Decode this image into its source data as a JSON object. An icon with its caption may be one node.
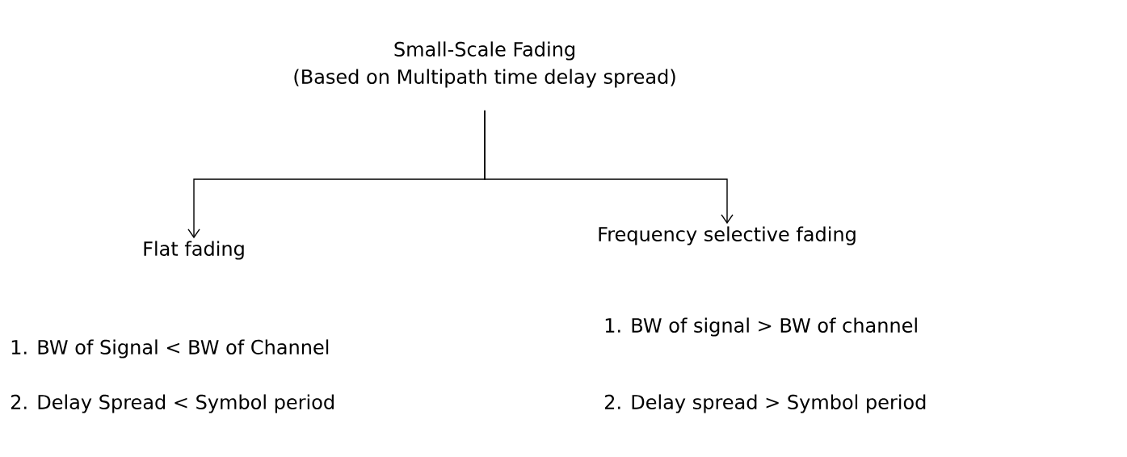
{
  "diagram": {
    "nodes": [
      {
        "text": [
          "Small-Scale Fading",
          "(Based on Multipath time delay spread)"
        ]
      },
      {
        "text": [
          "Flat fading"
        ]
      },
      {
        "text": [
          "Frequency selective fading"
        ]
      }
    ],
    "edges": [
      {
        "from": 0,
        "to": 1,
        "arrow": "to"
      },
      {
        "from": 0,
        "to": 2,
        "arrow": "to"
      }
    ],
    "labels": [
      "1. BW of Signal < BW of Channel",
      "2. Delay Spread < Symbol period",
      "1. BW of signal > BW of channel",
      "2. Delay spread > Symbol period"
    ]
  }
}
